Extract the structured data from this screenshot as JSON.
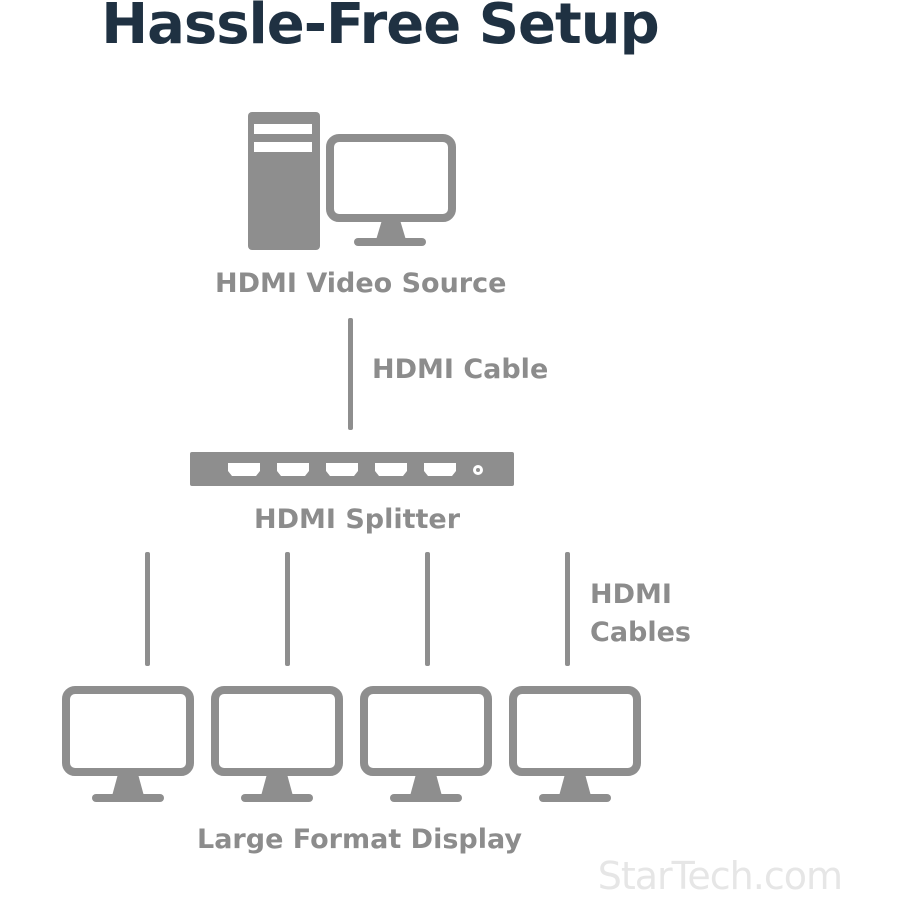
{
  "title": "Hassle-Free Setup",
  "nodes": {
    "source": {
      "label": "HDMI Video Source",
      "icon": "desktop-computer-icon"
    },
    "cable": {
      "label": "HDMI Cable"
    },
    "splitter": {
      "label": "HDMI Splitter",
      "icon": "hdmi-splitter-icon",
      "ports": 5
    },
    "cables": {
      "line1": "HDMI",
      "line2": "Cables"
    },
    "displays": {
      "label": "Large Format Display",
      "count": 4,
      "icon": "monitor-icon"
    }
  },
  "watermark": "StarTech.com",
  "colors": {
    "title": "#1f3142",
    "icon": "#8e8e8e",
    "label": "#8c8c8c"
  }
}
